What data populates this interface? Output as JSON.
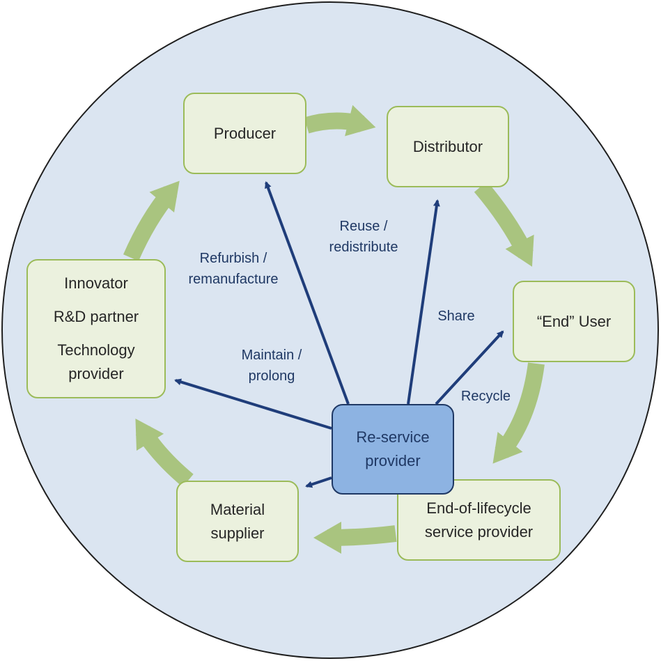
{
  "nodes": {
    "producer": [
      "Producer"
    ],
    "distributor": [
      "Distributor"
    ],
    "end_user": [
      "“End” User"
    ],
    "end_of_lifecycle": [
      "End-of-lifecycle",
      "service provider"
    ],
    "material_supplier": [
      "Material",
      "supplier"
    ],
    "innovator": [
      "Innovator",
      "R&D partner",
      "Technology",
      "provider"
    ],
    "re_service": [
      "Re-service",
      "provider"
    ]
  },
  "labels": {
    "reuse": [
      "Reuse /",
      "redistribute"
    ],
    "refurbish": [
      "Refurbish /",
      "remanufacture"
    ],
    "share": [
      "Share"
    ],
    "maintain": [
      "Maintain /",
      "prolong"
    ],
    "recycle": [
      "Recycle"
    ]
  },
  "colors": {
    "background_circle": "#dbe5f1",
    "node_fill": "#ebf1de",
    "node_border": "#9bbb59",
    "cycle_arrow": "#a9c47f",
    "center_fill": "#8db3e2",
    "service_arrow": "#1f3d7a",
    "label_text": "#1f3864"
  }
}
